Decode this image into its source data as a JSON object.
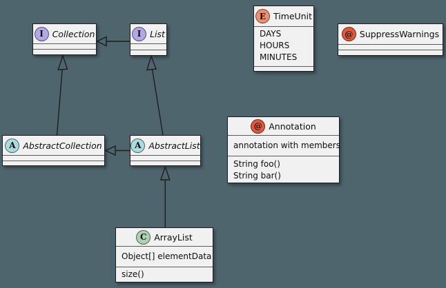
{
  "diagram": {
    "type": "uml-class-diagram",
    "boxes": {
      "collection": {
        "spot": "I",
        "kind": "interface",
        "name": "Collection"
      },
      "list": {
        "spot": "I",
        "kind": "interface",
        "name": "List"
      },
      "timeunit": {
        "spot": "E",
        "kind": "enum",
        "name": "TimeUnit",
        "members": [
          "DAYS",
          "HOURS",
          "MINUTES"
        ]
      },
      "suppresswarnings": {
        "spot": "@",
        "kind": "annotation",
        "name": "SuppressWarnings"
      },
      "abstractcollection": {
        "spot": "A",
        "kind": "abstract-class",
        "name": "AbstractCollection"
      },
      "abstractlist": {
        "spot": "A",
        "kind": "abstract-class",
        "name": "AbstractList"
      },
      "annotation": {
        "spot": "@",
        "kind": "annotation",
        "name": "Annotation",
        "fields": [
          "annotation with members"
        ],
        "methods": [
          "String foo()",
          "String bar()"
        ]
      },
      "arraylist": {
        "spot": "C",
        "kind": "class",
        "name": "ArrayList",
        "fields": [
          "Object[] elementData"
        ],
        "methods": [
          "size()"
        ]
      }
    },
    "relations": [
      {
        "from": "List",
        "to": "Collection",
        "kind": "generalization"
      },
      {
        "from": "AbstractCollection",
        "to": "Collection",
        "kind": "generalization"
      },
      {
        "from": "AbstractList",
        "to": "List",
        "kind": "generalization"
      },
      {
        "from": "AbstractList",
        "to": "AbstractCollection",
        "kind": "generalization"
      },
      {
        "from": "ArrayList",
        "to": "AbstractList",
        "kind": "generalization"
      }
    ],
    "colors": {
      "bg": "#4e656e",
      "fill": "#f1f1f1",
      "border": "#1d1d1d",
      "sep": "#5a5a5a",
      "text": "#0d0d0d",
      "spotI": "#b4a7e6",
      "spotA": "#a9dcdf",
      "spotE": "#ec9071",
      "spotC": "#add1b2",
      "spotAt": "#e0593d"
    }
  }
}
